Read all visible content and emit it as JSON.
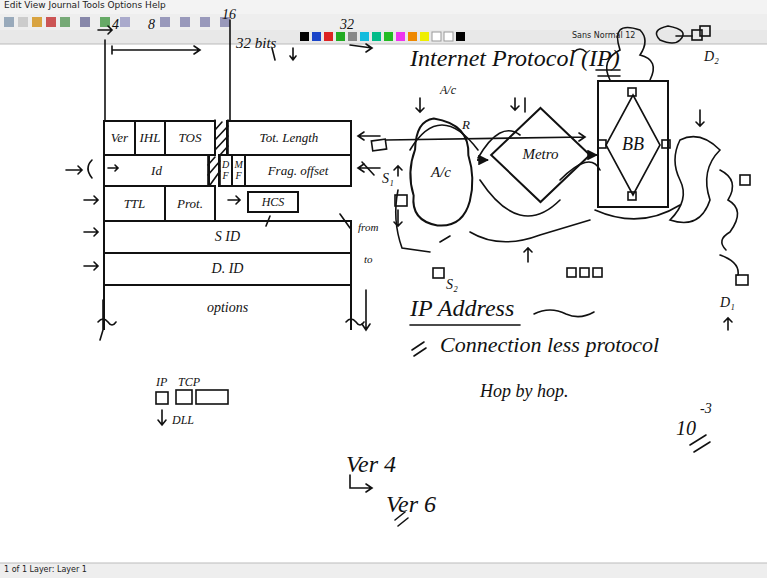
{
  "diagram": {
    "title": "Internet Protocol (IP)",
    "nodes": [
      {
        "text": [
          "Ver"
        ]
      },
      {
        "text": [
          "IHL"
        ]
      },
      {
        "text": [
          "TOS"
        ]
      },
      {
        "text": [
          "Tot. Length"
        ]
      },
      {
        "text": [
          "Id"
        ]
      },
      {
        "text": [
          "D F"
        ]
      },
      {
        "text": [
          "M F"
        ]
      },
      {
        "text": [
          "Frag. offset"
        ]
      },
      {
        "text": [
          "TTL"
        ]
      },
      {
        "text": [
          "Prot."
        ]
      },
      {
        "text": [
          "HCS"
        ]
      },
      {
        "text": [
          "S ID"
        ]
      },
      {
        "text": [
          "D. ID"
        ]
      },
      {
        "text": [
          "options"
        ]
      },
      {
        "text": [
          "A/c"
        ]
      },
      {
        "text": [
          "Metro"
        ]
      },
      {
        "text": [
          "BB"
        ]
      }
    ],
    "edges": [
      {
        "from": 14,
        "to": 15,
        "arrow": "to"
      },
      {
        "from": 15,
        "to": 16,
        "arrow": "to"
      }
    ],
    "labels": [
      "Edit View Journal Tools Options Help",
      "Sans Normal 12",
      "4",
      "8",
      "16",
      "32 bits",
      "32",
      "from",
      "to",
      "IP",
      "TCP",
      "DLL",
      "A/c",
      "R",
      "S₁",
      "S₂",
      "D₂",
      "D₁",
      "IP Address",
      "Connection less protocol",
      "Hop by hop.",
      "10",
      "-3",
      "Ver 4",
      "Ver 6",
      "1 of 1 Layer: Layer 1"
    ]
  }
}
